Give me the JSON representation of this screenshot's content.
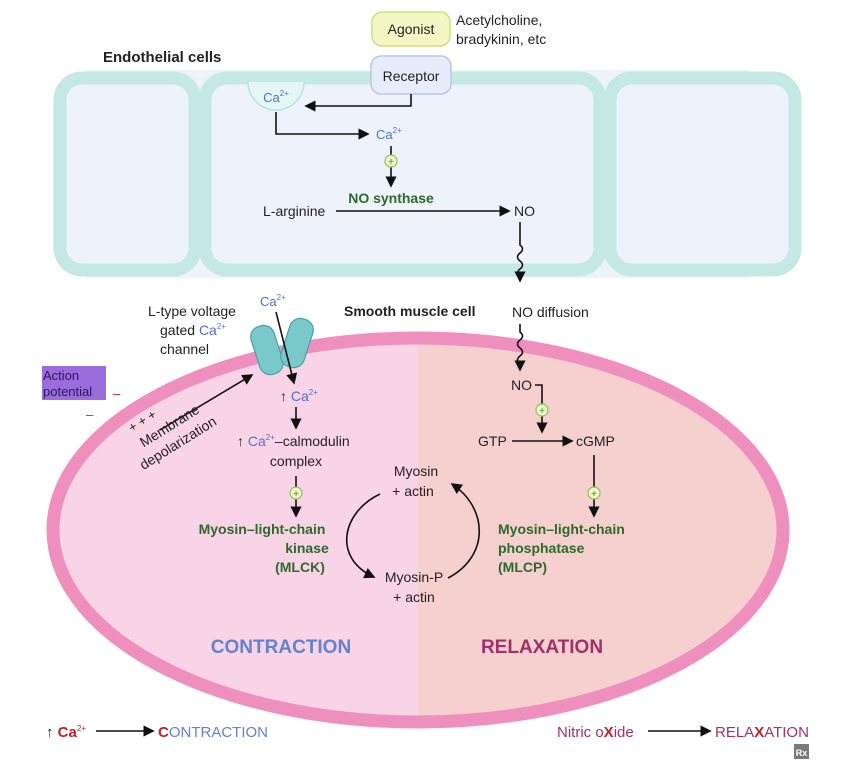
{
  "endothelial": {
    "title": "Endothelial cells",
    "agonist": "Agonist",
    "agonist_examples_line1": "Acetylcholine,",
    "agonist_examples_line2": "bradykinin, etc",
    "receptor": "Receptor",
    "ca_store": "Ca",
    "ca_free": "Ca",
    "ca_sup": "2+",
    "enzyme": "NO synthase",
    "substrate": "L-arginine",
    "product": "NO"
  },
  "smooth_muscle": {
    "title": "Smooth muscle cell",
    "channel_line1": "L-type voltage",
    "channel_line2a": "gated ",
    "channel_line2b": "Ca",
    "channel_line3": "channel",
    "ca_entry": "Ca",
    "ca_up_arrow": "↑ ",
    "ca_up": "Ca",
    "calmodulin_prefix": "↑ ",
    "calmodulin_ca": "Ca",
    "calmodulin_suffix": "–calmodulin",
    "calmodulin_line2": "complex",
    "mlck_line1": "Myosin–light-chain",
    "mlck_line2": "kinase",
    "mlck_line3": "(MLCK)",
    "myosin_actin_line1": "Myosin",
    "myosin_actin_line2": "+ actin",
    "myosin_p_line1": "Myosin-P",
    "myosin_p_line2": "+ actin",
    "no_diffusion": "NO diffusion",
    "no_inner": "NO",
    "gtp": "GTP",
    "cgmp": "cGMP",
    "mlcp_line1": "Myosin–light-chain",
    "mlcp_line2": "phosphatase",
    "mlcp_line3": "(MLCP)",
    "contraction": "CONTRACTION",
    "relaxation": "RELAXATION",
    "plus_sign": "+"
  },
  "depolarization": {
    "action_line1": "Action",
    "action_line2": "potential",
    "charges_plus": "+ + +",
    "charges_minus": "–",
    "label_line1": "Membrane",
    "label_line2": "depolarization"
  },
  "mnemonics": {
    "left_arrow": "↑ ",
    "left_ca": "Ca",
    "left_sup": "2+",
    "left_c": "C",
    "left_rest": "ONTRACTION",
    "right_a": "Nitric o",
    "right_x": "X",
    "right_b": "ide",
    "right_r1": "RELA",
    "right_x2": "X",
    "right_r2": "ATION"
  },
  "logo": "Rx",
  "colors": {
    "endothelial_fill": "#eef3fb",
    "endothelial_border": "#c4e8e4",
    "cell_membrane": "#ee8fbe",
    "contraction_fill": "#f9d4e6",
    "relaxation_fill": "#f6cfcf",
    "channel": "#79c9cb",
    "agonist_fill": "#f3f7c3",
    "receptor_fill": "#e6ecfa",
    "blue_text": "#4f6fc8",
    "green_text": "#2c6a2c",
    "contraction_text": "#6382cc",
    "relaxation_text": "#a0306a",
    "mnemonic_red": "#c0202a",
    "highlight": "#8a52d6"
  }
}
